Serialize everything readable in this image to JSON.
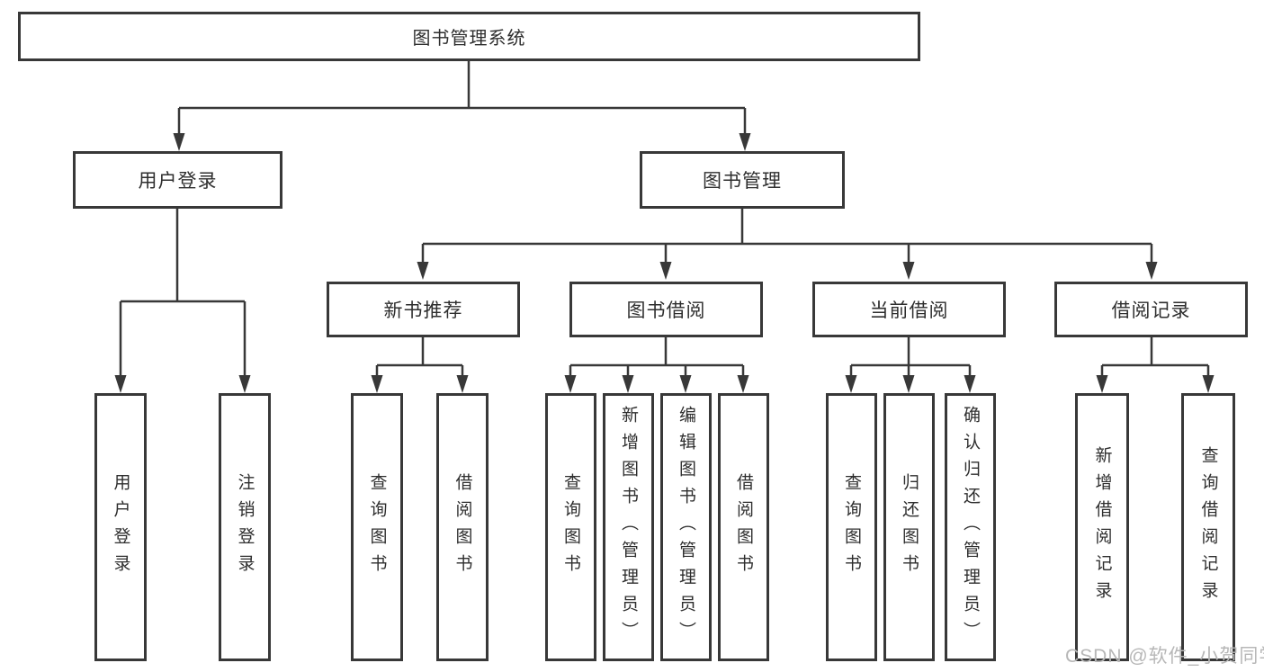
{
  "diagram": {
    "title_node": "图书管理系统",
    "level2": {
      "user_login": "用户登录",
      "book_management": "图书管理"
    },
    "level3": {
      "new_books": "新书推荐",
      "book_borrow": "图书借阅",
      "current_borrow": "当前借阅",
      "borrow_records": "借阅记录"
    },
    "leaves": {
      "user_login_leaf": "用户登录",
      "logout": "注销登录",
      "nb_query_books": "查询图书",
      "nb_borrow_books": "借阅图书",
      "bb_query_books": "查询图书",
      "bb_add_books": "新增图书（管理员）",
      "bb_edit_books": "编辑图书（管理员）",
      "bb_borrow_books": "借阅图书",
      "cb_query_books": "查询图书",
      "cb_return_books": "归还图书",
      "cb_confirm_return": "确认归还（管理员）",
      "br_add_record": "新增借阅记录",
      "br_query_record": "查询借阅记录"
    }
  },
  "watermark": {
    "text": "CSDN @软件_小贺同学"
  },
  "colors": {
    "line": "#383838",
    "text": "#2e2e2e",
    "background": "#ffffff",
    "watermark": "#b7b7b7"
  }
}
